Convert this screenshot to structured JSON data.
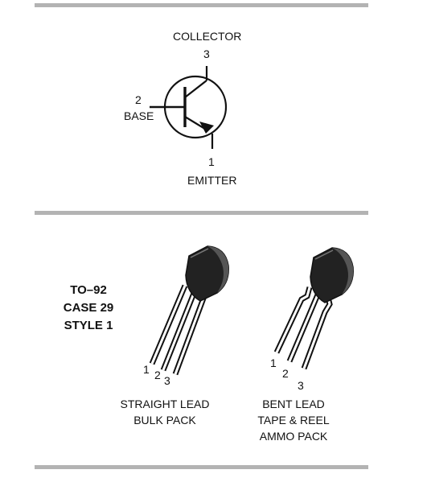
{
  "symbol": {
    "collector_label": "COLLECTOR",
    "collector_pin": "3",
    "base_pin": "2",
    "base_label": "BASE",
    "emitter_pin": "1",
    "emitter_label": "EMITTER"
  },
  "package": {
    "line1": "TO–92",
    "line2": "CASE 29",
    "line3": "STYLE 1"
  },
  "straight": {
    "pin1": "1",
    "pin2": "2",
    "pin3": "3",
    "caption1": "STRAIGHT LEAD",
    "caption2": "BULK PACK"
  },
  "bent": {
    "pin1": "1",
    "pin2": "2",
    "pin3": "3",
    "caption1": "BENT LEAD",
    "caption2": "TAPE & REEL",
    "caption3": "AMMO PACK"
  }
}
